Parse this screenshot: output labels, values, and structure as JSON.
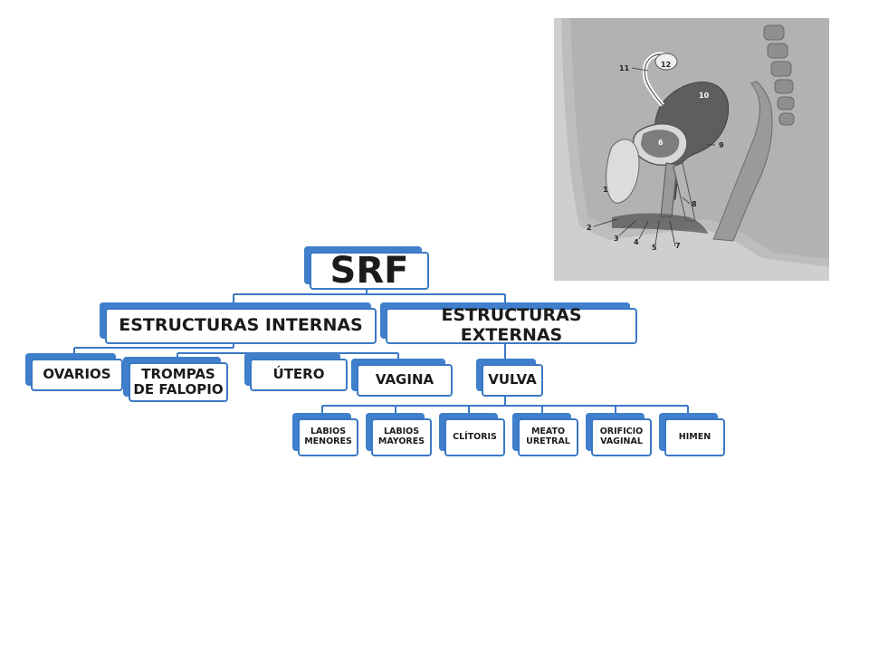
{
  "diagram": {
    "root": "SRF",
    "internal": {
      "label": "ESTRUCTURAS INTERNAS",
      "children": [
        "OVARIOS",
        "TROMPAS DE FALOPIO",
        "ÚTERO",
        "VAGINA"
      ]
    },
    "external": {
      "label": "ESTRUCTURAS EXTERNAS",
      "child": "VULVA",
      "vulva_children": [
        "LABIOS MENORES",
        "LABIOS MAYORES",
        "CLÍTORIS",
        "MEATO URETRAL",
        "ORIFICIO VAGINAL",
        "HIMEN"
      ]
    }
  },
  "anatomy_labels": [
    "1",
    "2",
    "3",
    "4",
    "5",
    "6",
    "7",
    "8",
    "9",
    "10",
    "11",
    "12"
  ],
  "colors": {
    "node_border": "#3a78c6",
    "node_shadow": "#3f7fcb",
    "illustration_bg": "#c9c9c9"
  }
}
